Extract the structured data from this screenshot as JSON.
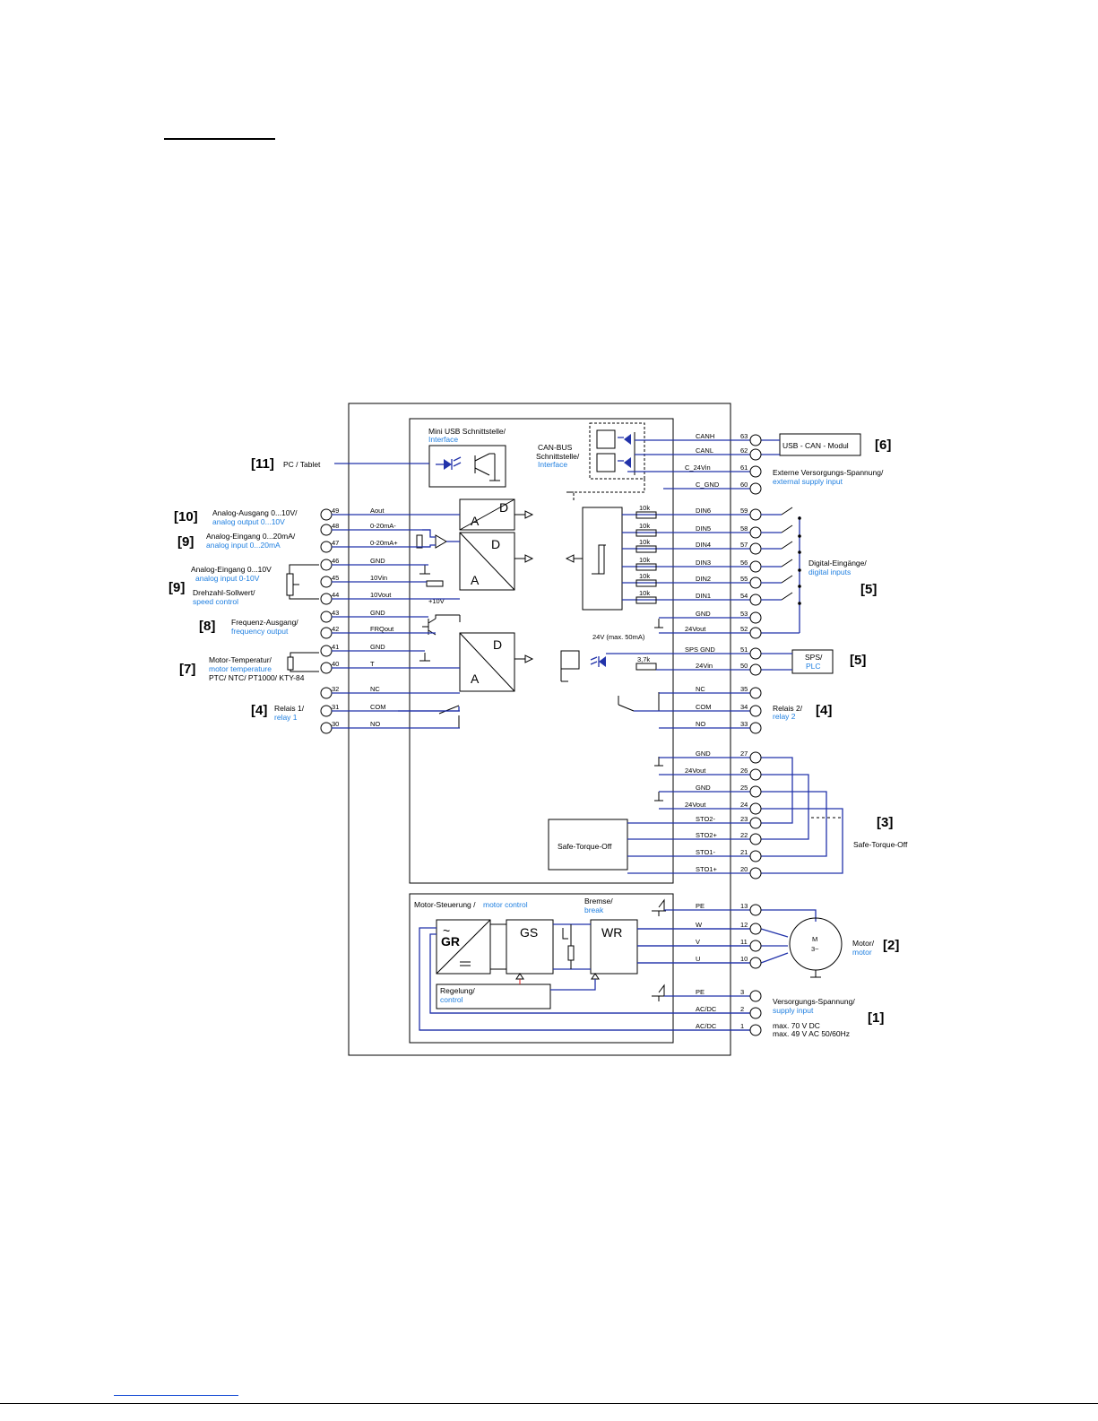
{
  "title": "Anschlussplan / connection diagram",
  "blocks": {
    "mini_usb_de": "Mini USB Schnittstelle/",
    "mini_usb_en": "Interface",
    "canbus_de1": "CAN-BUS",
    "canbus_de2": "Schnittstelle/",
    "canbus_en": "Interface",
    "pc": "PC / Tablet",
    "usb_can": "USB - CAN - Modul",
    "sps_de": "SPS/",
    "sps_en": "PLC",
    "sto_block": "Safe-Torque-Off",
    "motor_ctrl_de": "Motor-Steuerung / ",
    "motor_ctrl_en": "motor control",
    "brake_de": "Bremse/",
    "brake_en": "break",
    "gr": "GR",
    "gs": "GS",
    "wr": "WR",
    "reg_de": "Regelung/",
    "reg_en": "control",
    "adc_a": "A",
    "adc_d": "D",
    "tilde": "~",
    "motor_m": "M",
    "motor_3": "3~",
    "r10k": "10k",
    "r37k": "3,7k",
    "plus10v": "+10V",
    "v24max": "24V (max. 50mA)"
  },
  "tags": {
    "t1": "[1]",
    "t2": "[2]",
    "t3": "[3]",
    "t4a": "[4]",
    "t4b": "[4]",
    "t5a": "[5]",
    "t5b": "[5]",
    "t6": "[6]",
    "t7": "[7]",
    "t8": "[8]",
    "t9a": "[9]",
    "t9b": "[9]",
    "t10": "[10]",
    "t11": "[11]"
  },
  "left_labels": {
    "aout_de": "Analog-Ausgang 0...10V/",
    "aout_en": "analog output 0...10V",
    "ain20_de": "Analog-Eingang 0...20mA/",
    "ain20_en": "analog input 0...20mA",
    "ain10_de": "Analog-Eingang 0...10V",
    "ain10_en": "analog input 0-10V",
    "speed_de": "Drehzahl-Sollwert/",
    "speed_en": "speed control",
    "freq_de": "Frequenz-Ausgang/",
    "freq_en": "frequency output",
    "mtemp_de": "Motor-Temperatur/",
    "mtemp_en": "motor temperature",
    "mtemp_types": "PTC/ NTC/ PT1000/ KTY-84",
    "relay1_de": "Relais 1/",
    "relay1_en": "relay 1"
  },
  "right_labels": {
    "ext_de": "Externe Versorgungs-Spannung/",
    "ext_en": "external supply input",
    "din_de": "Digital-Eingänge/",
    "din_en": "digital inputs",
    "relay2_de": "Relais 2/",
    "relay2_en": "relay 2",
    "sto": "Safe-Torque-Off",
    "motor_de": "Motor/",
    "motor_en": "motor",
    "supply_de": "Versorgungs-Spannung/",
    "supply_en": "supply input",
    "supply_v1": "max. 70 V DC",
    "supply_v2": "max. 49 V AC 50/60Hz"
  },
  "left_terminals": [
    {
      "num": "49",
      "sig": "Aout"
    },
    {
      "num": "48",
      "sig": "0-20mA-"
    },
    {
      "num": "47",
      "sig": "0-20mA+"
    },
    {
      "num": "46",
      "sig": "GND"
    },
    {
      "num": "45",
      "sig": "10Vin"
    },
    {
      "num": "44",
      "sig": "10Vout"
    },
    {
      "num": "43",
      "sig": "GND"
    },
    {
      "num": "42",
      "sig": "FRQout"
    },
    {
      "num": "41",
      "sig": "GND"
    },
    {
      "num": "40",
      "sig": "T"
    },
    {
      "num": "32",
      "sig": "NC"
    },
    {
      "num": "31",
      "sig": "COM"
    },
    {
      "num": "30",
      "sig": "NO"
    }
  ],
  "right_terminals": [
    {
      "num": "63",
      "sig": "CANH"
    },
    {
      "num": "62",
      "sig": "CANL"
    },
    {
      "num": "61",
      "sig": "C_24Vin"
    },
    {
      "num": "60",
      "sig": "C_GND"
    },
    {
      "num": "59",
      "sig": "DIN6"
    },
    {
      "num": "58",
      "sig": "DIN5"
    },
    {
      "num": "57",
      "sig": "DIN4"
    },
    {
      "num": "56",
      "sig": "DIN3"
    },
    {
      "num": "55",
      "sig": "DIN2"
    },
    {
      "num": "54",
      "sig": "DIN1"
    },
    {
      "num": "53",
      "sig": "GND"
    },
    {
      "num": "52",
      "sig": "24Vout"
    },
    {
      "num": "51",
      "sig": "SPS GND"
    },
    {
      "num": "50",
      "sig": "24Vin"
    },
    {
      "num": "35",
      "sig": "NC"
    },
    {
      "num": "34",
      "sig": "COM"
    },
    {
      "num": "33",
      "sig": "NO"
    },
    {
      "num": "27",
      "sig": "GND"
    },
    {
      "num": "26",
      "sig": "24Vout"
    },
    {
      "num": "25",
      "sig": "GND"
    },
    {
      "num": "24",
      "sig": "24Vout"
    },
    {
      "num": "23",
      "sig": "STO2-"
    },
    {
      "num": "22",
      "sig": "STO2+"
    },
    {
      "num": "21",
      "sig": "STO1-"
    },
    {
      "num": "20",
      "sig": "STO1+"
    },
    {
      "num": "13",
      "sig": "PE"
    },
    {
      "num": "12",
      "sig": "W"
    },
    {
      "num": "11",
      "sig": "V"
    },
    {
      "num": "10",
      "sig": "U"
    },
    {
      "num": "3",
      "sig": "PE"
    },
    {
      "num": "2",
      "sig": "AC/DC"
    },
    {
      "num": "1",
      "sig": "AC/DC"
    }
  ],
  "colors": {
    "wire": "#2233aa",
    "label_blue": "#1f7fe0",
    "accent_red": "#e02020"
  }
}
